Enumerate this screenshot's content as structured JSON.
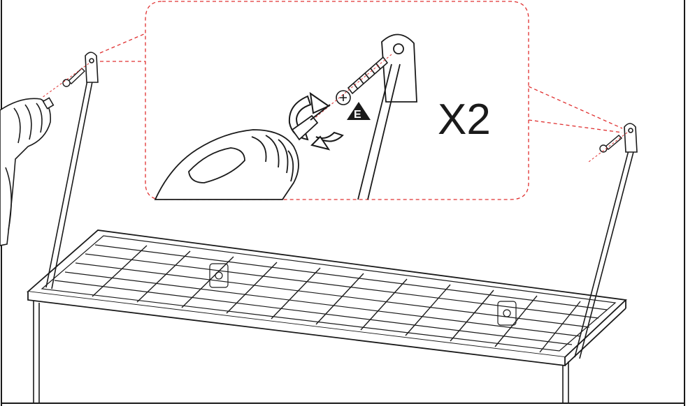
{
  "instruction": {
    "quantity_label": "X2",
    "screw_part_label": "E"
  },
  "colors": {
    "line": "#1a1a1a",
    "callout_dash": "#e03030",
    "background": "#ffffff"
  },
  "icons": [
    "drill-icon",
    "rotation-arrow-icon",
    "screw-icon",
    "wall-bracket-icon",
    "wire-shelf"
  ]
}
